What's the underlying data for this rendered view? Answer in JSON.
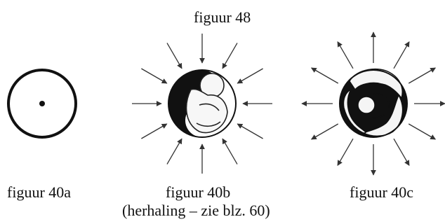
{
  "header": {
    "title": "figuur 48"
  },
  "figures": [
    {
      "id": "a",
      "caption": "figuur 40a"
    },
    {
      "id": "b",
      "caption": "figuur 40b",
      "note": "(herhaling – zie blz. 60)"
    },
    {
      "id": "c",
      "caption": "figuur 40c"
    }
  ],
  "colors": {
    "ink": "#111111",
    "arrow": "#333333"
  },
  "icons": [
    "dot-circle-icon",
    "inward-arrows-icon",
    "outward-arrows-icon",
    "fetus-circle-illustration",
    "curled-figure-circle-illustration"
  ]
}
